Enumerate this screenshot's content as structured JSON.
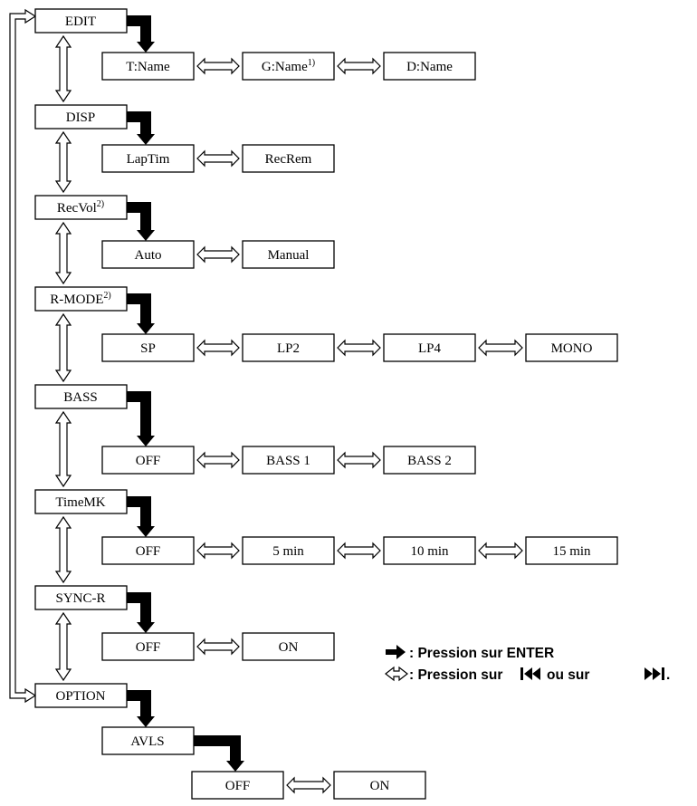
{
  "menu": [
    {
      "label": "EDIT",
      "options": [
        {
          "label": "T:Name",
          "sup": ""
        },
        {
          "label": "G:Name",
          "sup": "1)"
        },
        {
          "label": "D:Name",
          "sup": ""
        }
      ]
    },
    {
      "label": "DISP",
      "options": [
        {
          "label": "LapTim",
          "sup": ""
        },
        {
          "label": "RecRem",
          "sup": ""
        }
      ]
    },
    {
      "label": "RecVol",
      "sup": "2)",
      "options": [
        {
          "label": "Auto",
          "sup": ""
        },
        {
          "label": "Manual",
          "sup": ""
        }
      ]
    },
    {
      "label": "R-MODE",
      "sup": "2)",
      "options": [
        {
          "label": "SP",
          "sup": ""
        },
        {
          "label": "LP2",
          "sup": ""
        },
        {
          "label": "LP4",
          "sup": ""
        },
        {
          "label": "MONO",
          "sup": ""
        }
      ]
    },
    {
      "label": "BASS",
      "options": [
        {
          "label": "OFF",
          "sup": ""
        },
        {
          "label": "BASS 1",
          "sup": ""
        },
        {
          "label": "BASS 2",
          "sup": ""
        }
      ]
    },
    {
      "label": "TimeMK",
      "options": [
        {
          "label": "OFF",
          "sup": ""
        },
        {
          "label": "5 min",
          "sup": ""
        },
        {
          "label": "10 min",
          "sup": ""
        },
        {
          "label": "15 min",
          "sup": ""
        }
      ]
    },
    {
      "label": "SYNC-R",
      "options": [
        {
          "label": "OFF",
          "sup": ""
        },
        {
          "label": "ON",
          "sup": ""
        }
      ]
    },
    {
      "label": "OPTION",
      "options": []
    }
  ],
  "submenu": {
    "label": "AVLS",
    "options": [
      {
        "label": "OFF",
        "sup": ""
      },
      {
        "label": "ON",
        "sup": ""
      }
    ]
  },
  "legend": {
    "enter_text": ": Pression sur ENTER",
    "skip_text_prefix": ": Pression sur",
    "skip_text_middle": "ou sur",
    "skip_text_suffix": "."
  }
}
